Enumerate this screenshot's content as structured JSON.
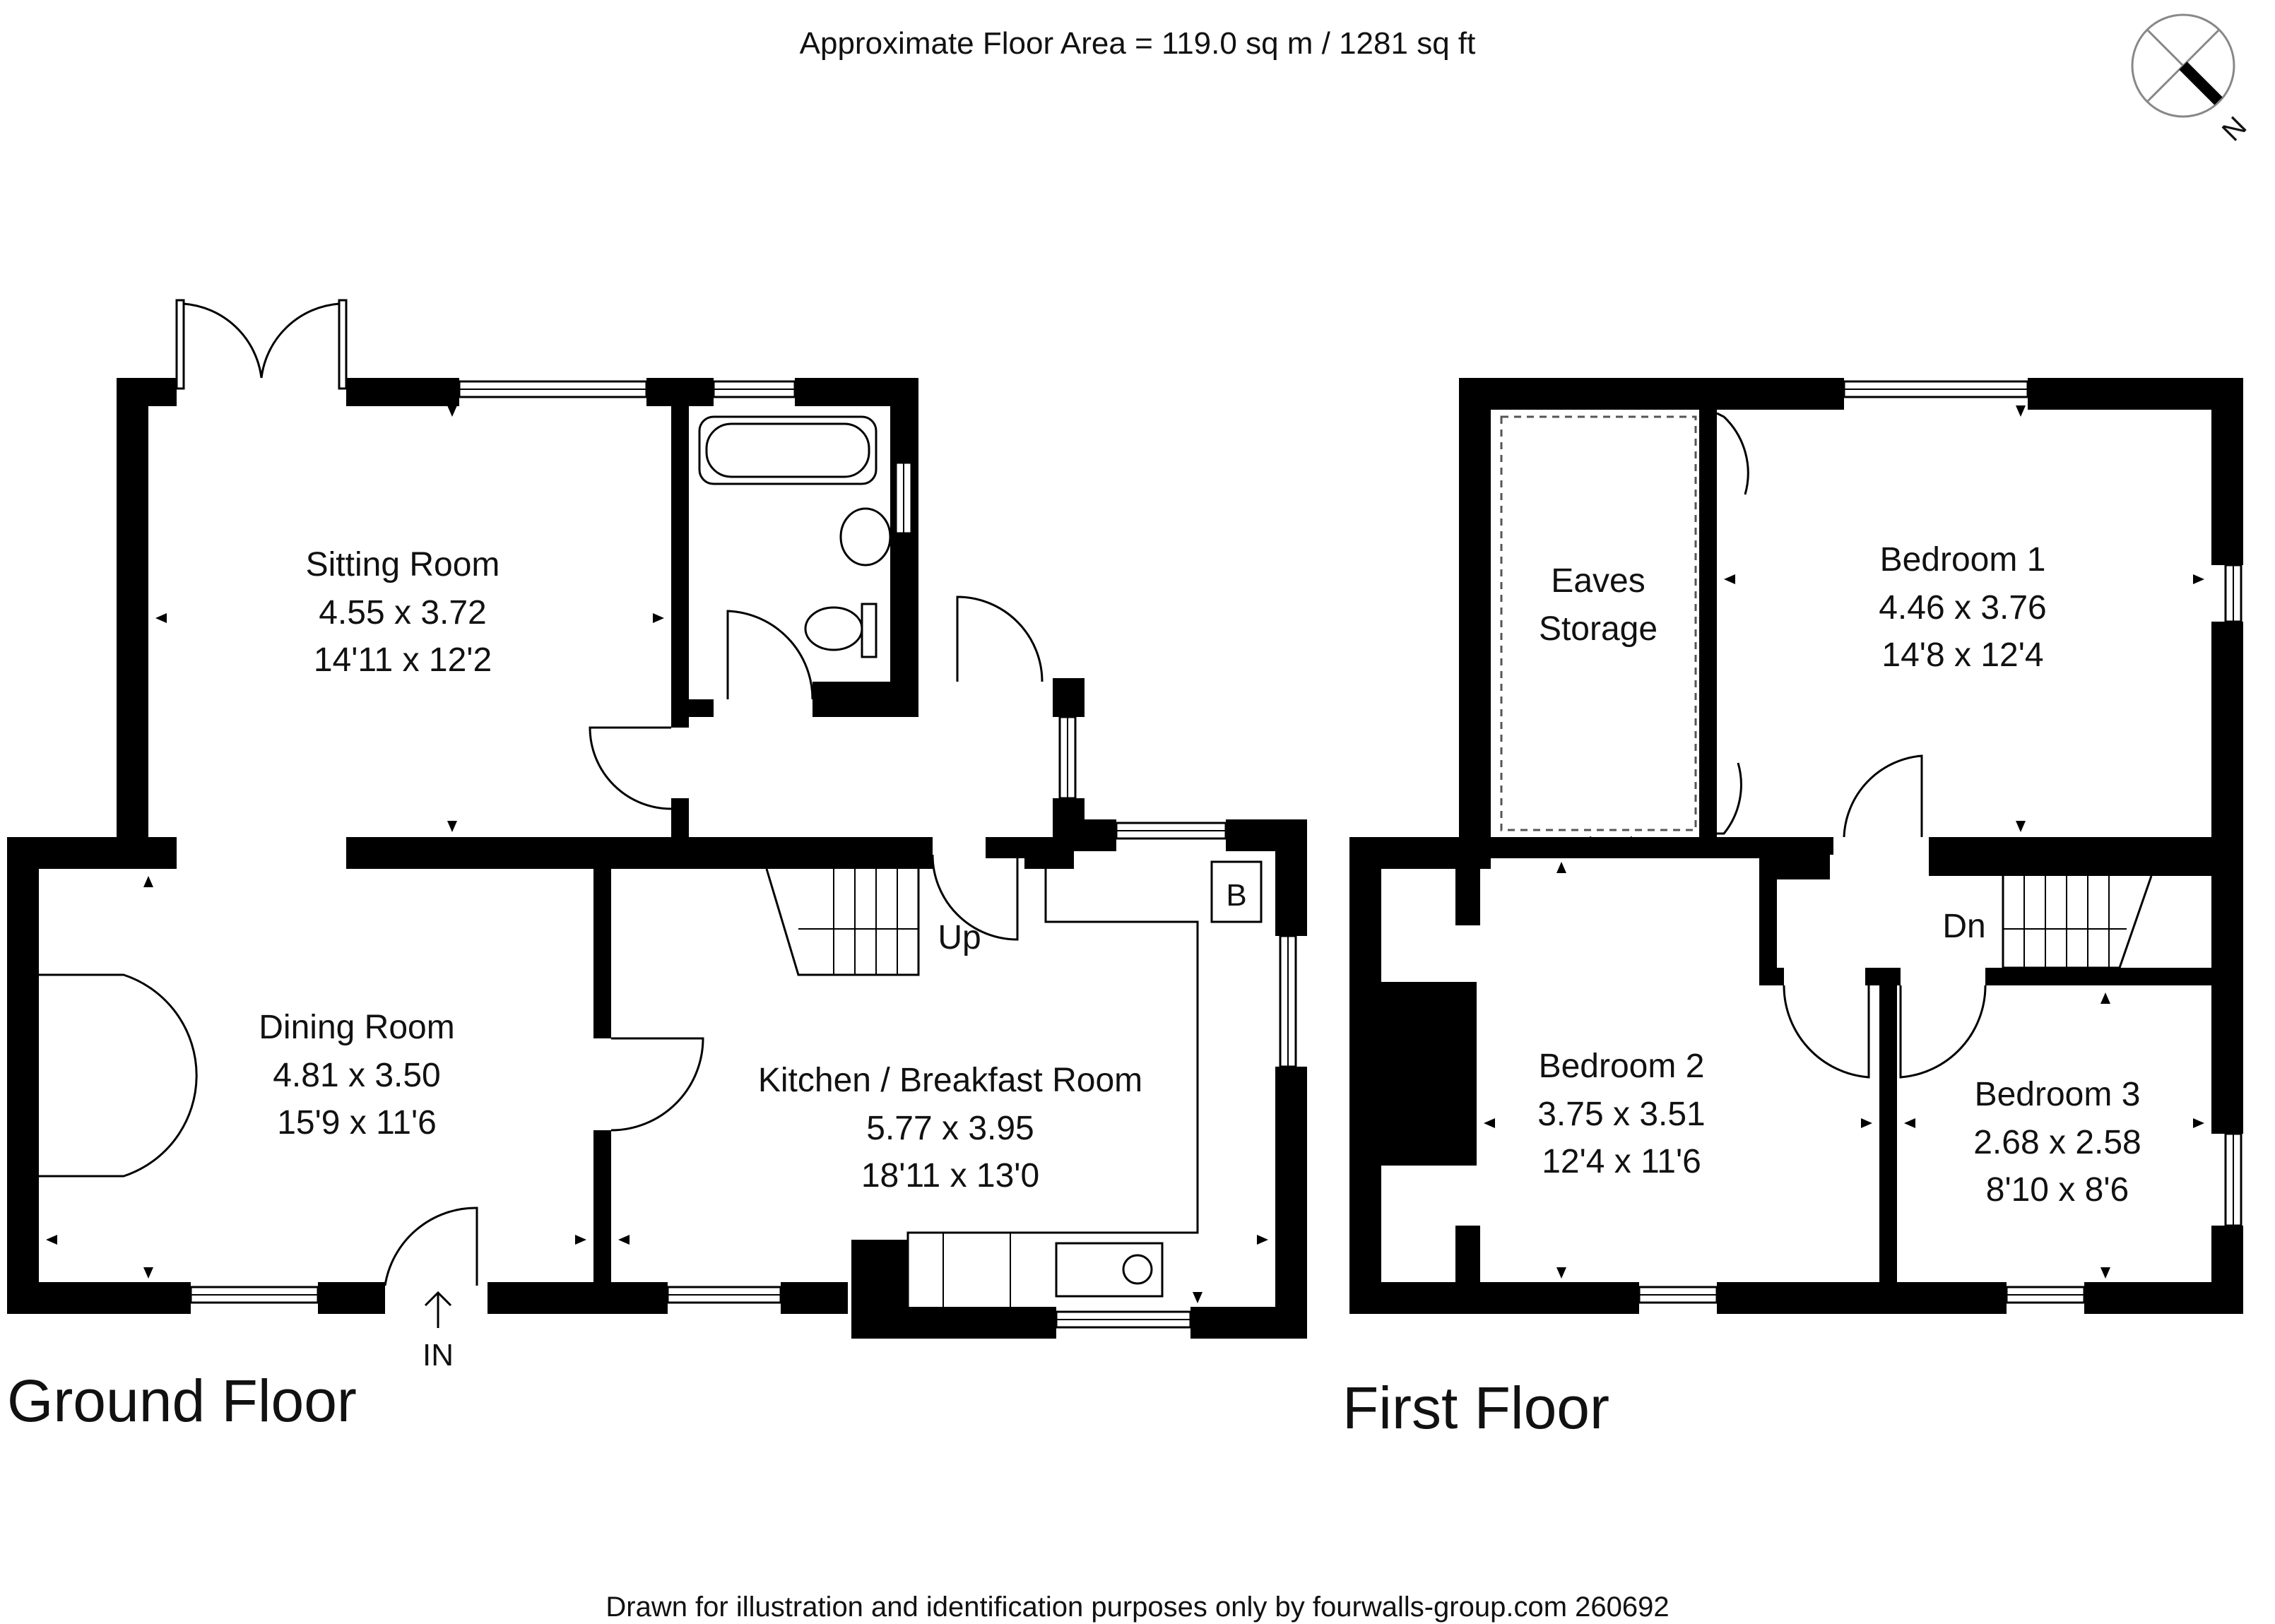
{
  "header": {
    "floor_area": "Approximate Floor Area = 119.0 sq m / 1281 sq ft"
  },
  "compass": {
    "label": "N"
  },
  "ground_floor": {
    "title": "Ground Floor",
    "entrance_label": "IN",
    "stairs_label": "Up",
    "boiler_label": "B",
    "rooms": [
      {
        "name": "Sitting Room",
        "metric": "4.55 x 3.72",
        "imperial": "14'11 x 12'2"
      },
      {
        "name": "Dining Room",
        "metric": "4.81 x 3.50",
        "imperial": "15'9 x 11'6"
      },
      {
        "name": "Kitchen / Breakfast Room",
        "metric": "5.77 x 3.95",
        "imperial": "18'11 x 13'0"
      }
    ]
  },
  "first_floor": {
    "title": "First Floor",
    "stairs_label": "Dn",
    "storage": {
      "line1": "Eaves",
      "line2": "Storage"
    },
    "rooms": [
      {
        "name": "Bedroom 1",
        "metric": "4.46 x 3.76",
        "imperial": "14'8 x 12'4"
      },
      {
        "name": "Bedroom 2",
        "metric": "3.75 x 3.51",
        "imperial": "12'4 x 11'6"
      },
      {
        "name": "Bedroom 3",
        "metric": "2.68 x 2.58",
        "imperial": "8'10 x 8'6"
      }
    ]
  },
  "footer": {
    "disclaimer": "Drawn for illustration and identification purposes only by fourwalls-group.com 260692"
  }
}
